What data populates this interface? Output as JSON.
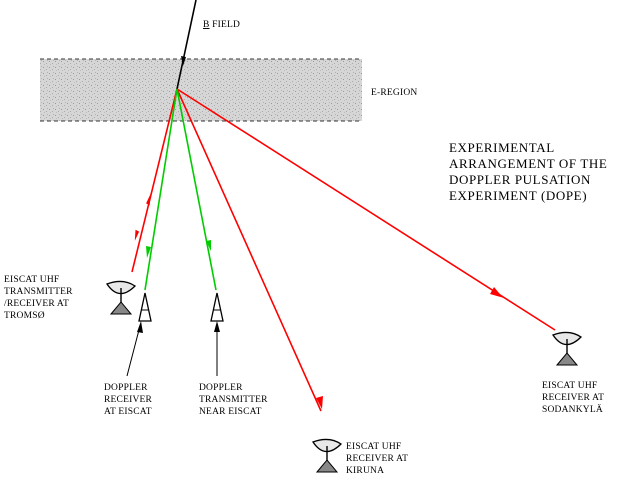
{
  "labels": {
    "b_field_letter": "B",
    "b_field_rest": " FIELD",
    "e_region": "E-REGION",
    "title_lines": [
      "EXPERIMENTAL",
      "ARRANGEMENT OF THE",
      "DOPPLER PULSATION",
      "EXPERIMENT (DOPE)"
    ],
    "tromso_lines": [
      "EISCAT UHF",
      "TRANSMITTER",
      "/RECEIVER AT",
      "TROMSØ"
    ],
    "doppler_receiver_lines": [
      "DOPPLER",
      "RECEIVER",
      "AT EISCAT"
    ],
    "doppler_transmitter_lines": [
      "DOPPLER",
      "TRANSMITTER",
      "NEAR EISCAT"
    ],
    "kiruna_lines": [
      "EISCAT UHF",
      "RECEIVER AT",
      "KIRUNA"
    ],
    "sodankyla_lines": [
      "EISCAT UHF",
      "RECEIVER AT",
      "SODANKYLÄ"
    ]
  },
  "colors": {
    "uhf_beam": "#ff0000",
    "doppler_beam": "#00cc00",
    "field_line": "#000000",
    "region_fill": "#cfcfcf",
    "region_border": "#333333"
  }
}
